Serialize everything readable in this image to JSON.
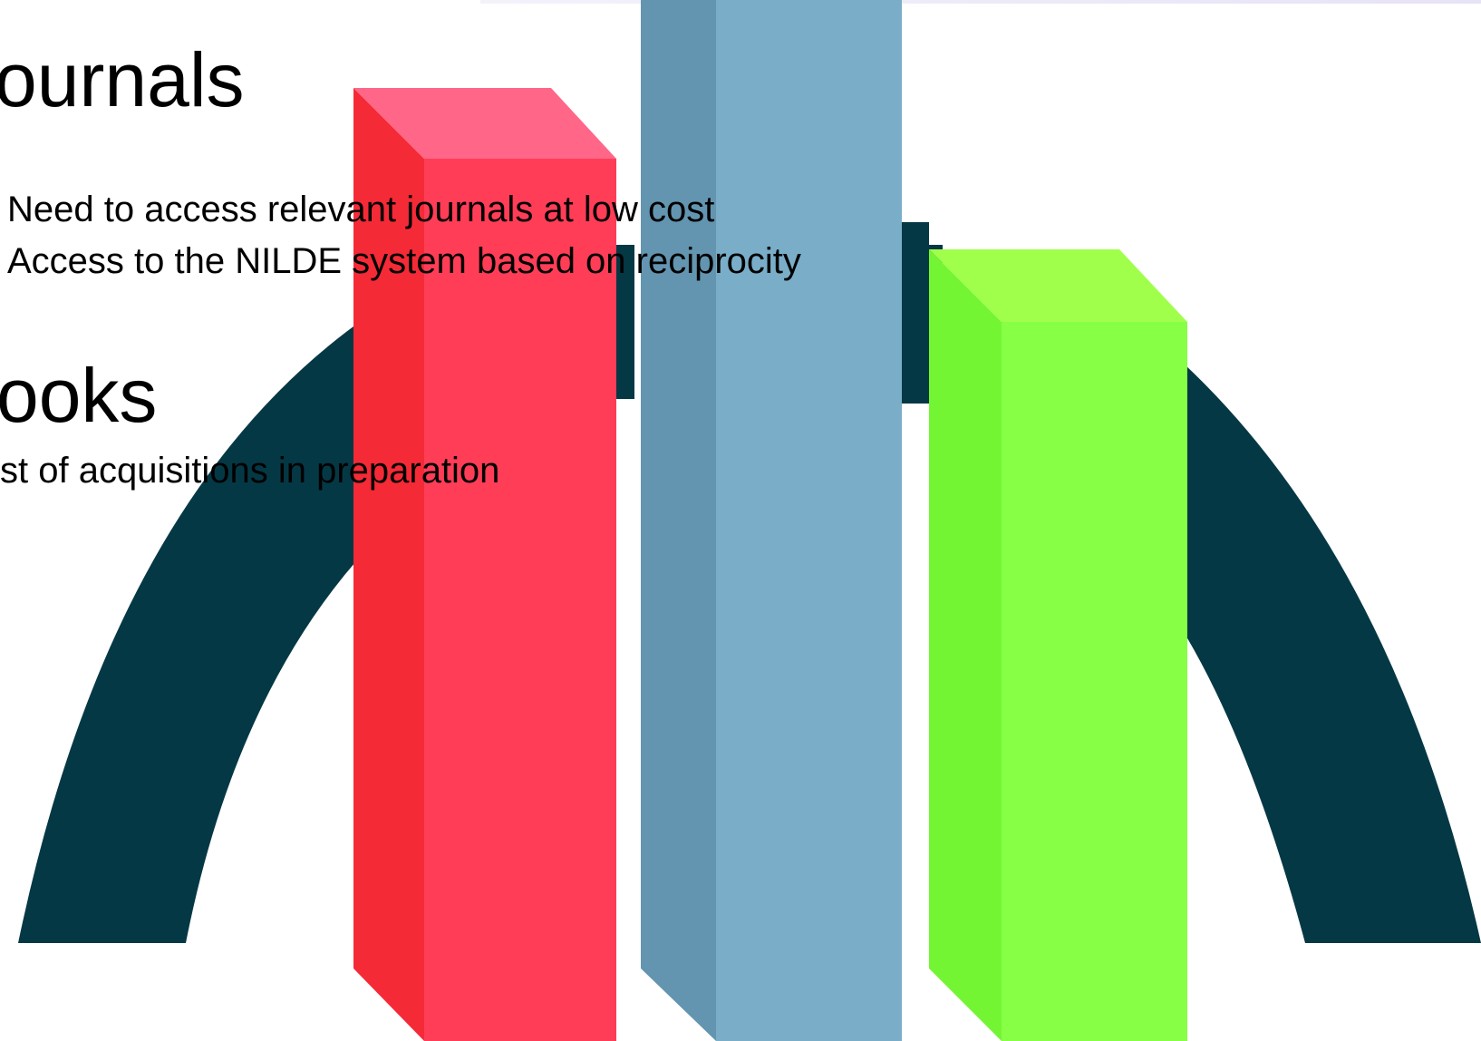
{
  "theme": {
    "arch_color": "#053845",
    "book_red_front": "#ff3d57",
    "book_red_side": "#f52a37",
    "book_red_top": "#ff6687",
    "book_blue_front": "#7aaec8",
    "book_blue_side": "#6495b0",
    "book_green_front": "#86ff45",
    "book_green_side": "#74f534",
    "book_green_top": "#a0ff4a"
  },
  "journals": {
    "heading": "ournals",
    "bullets": [
      "Need to access relevant journals at low cost",
      "Access to the NILDE system based on reciprocity"
    ]
  },
  "books": {
    "heading": "ooks",
    "bullets": [
      "st of acquisitions in preparation"
    ]
  }
}
